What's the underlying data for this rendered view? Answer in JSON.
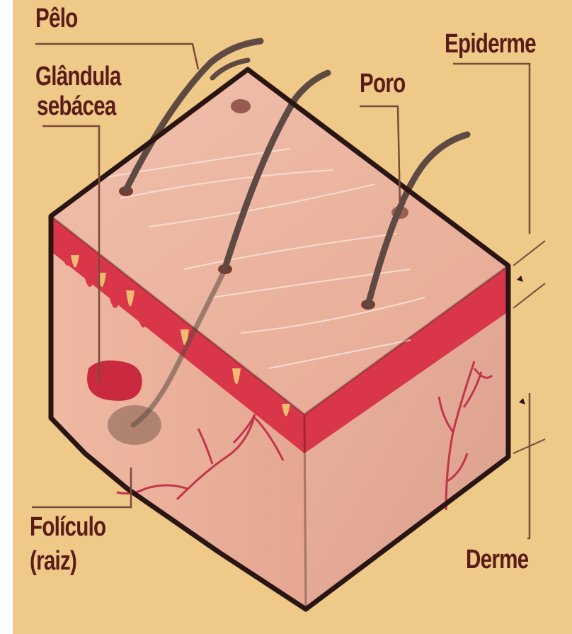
{
  "labels": {
    "pelo": "Pêlo",
    "glandula_line1": "Glândula",
    "glandula_line2": "sebácea",
    "poro": "Poro",
    "epiderme": "Epiderme",
    "foliculo_line1": "Folículo",
    "foliculo_line2": "(raiz)",
    "derme": "Derme"
  },
  "colors": {
    "background": "#eec987",
    "skin_top": "#eab39f",
    "epidermis_band": "#d9364a",
    "dermis": "#e8aa98",
    "outline": "#2a1512",
    "hair": "#5e4a42",
    "label_text": "#5a1c18",
    "leader_line": "#7a4a3a"
  }
}
